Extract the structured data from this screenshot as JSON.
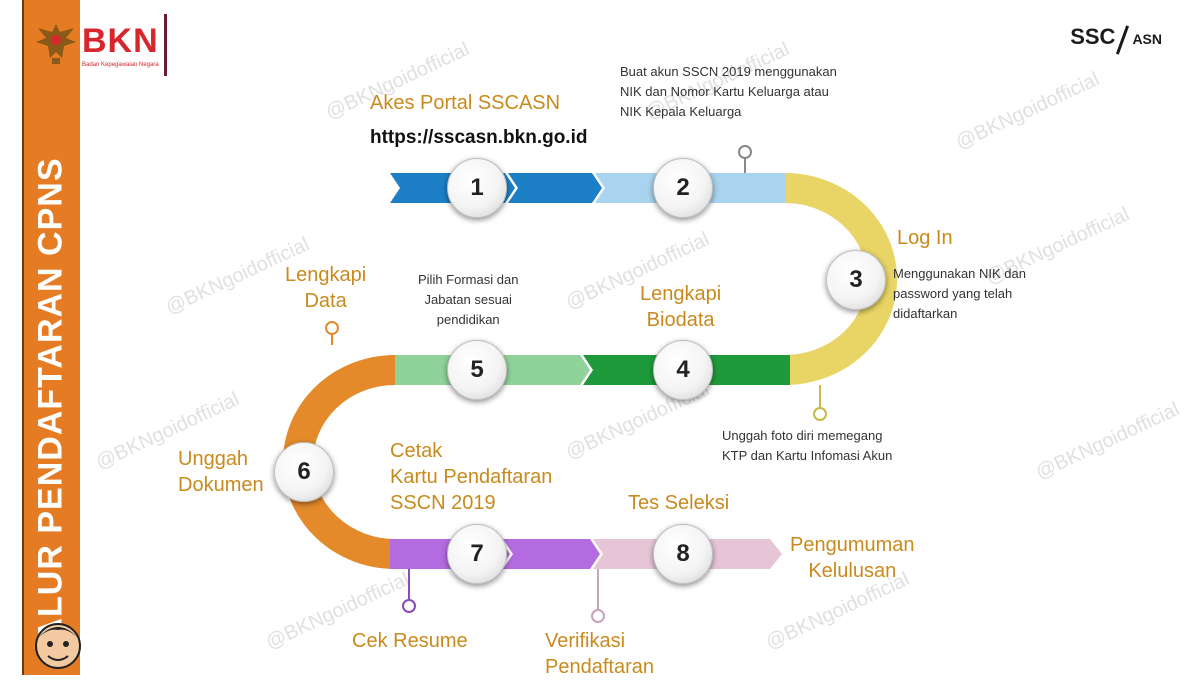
{
  "sidebar": {
    "title": "ALUR PENDAFTARAN CPNS"
  },
  "logos": {
    "left_name": "BKN",
    "left_subtitle": "Badan Kepegawaian Negara",
    "right_a": "SSC",
    "right_b": "ASN"
  },
  "watermark": "@BKNgoidofficial",
  "url": "https://sscasn.bkn.go.id",
  "steps": [
    {
      "number": "1",
      "title": "Akes Portal SSCASN",
      "description": ""
    },
    {
      "number": "2",
      "title": "",
      "description": "Buat akun SSCN 2019 menggunakan\nNIK dan Nomor Kartu Keluarga atau\nNIK Kepala Keluarga"
    },
    {
      "number": "3",
      "title": "Log In",
      "description": "Menggunakan NIK dan\npassword yang telah\ndidaftarkan"
    },
    {
      "number": "4",
      "title": "Lengkapi\nBiodata",
      "description": "Unggah foto diri memegang\nKTP dan Kartu Infomasi Akun"
    },
    {
      "number": "5",
      "title": "Lengkapi\nData",
      "description": "Pilih Formasi dan\nJabatan sesuai\npendidikan"
    },
    {
      "number": "6",
      "title": "Unggah\nDokumen",
      "description": ""
    },
    {
      "number": "7",
      "title": "Cetak\nKartu Pendaftaran\nSSCN 2019",
      "description": "Cek Resume"
    },
    {
      "number": "8",
      "title": "Tes Seleksi",
      "description": "Verifikasi\nPendaftaran"
    }
  ],
  "final_step": "Pengumuman\nKelulusan",
  "colors": {
    "sidebar": "#e57b22",
    "title_text": "#c98a1d",
    "row1_dark": "#1d7fc6",
    "row1_light": "#a9d3ee",
    "curve_right": "#e8d565",
    "row2_dark": "#1f9a3a",
    "row2_light": "#8fd39b",
    "curve_left": "#e58a2b",
    "row3_dark": "#b46be0",
    "row3_light": "#e6c5d6"
  }
}
